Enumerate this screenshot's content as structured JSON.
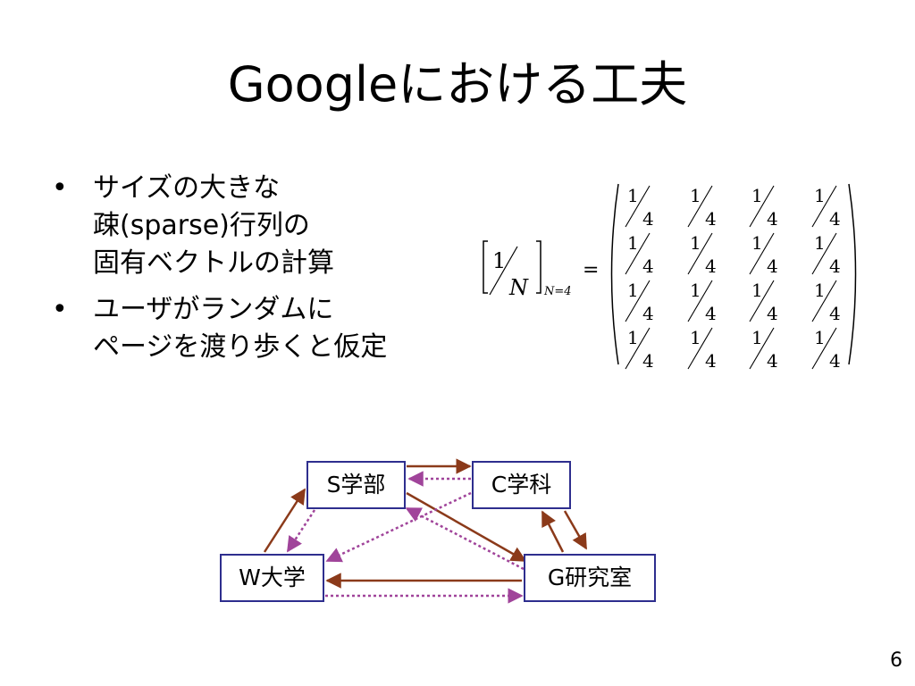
{
  "slide": {
    "title": "Googleにおける工夫",
    "page_number": "6"
  },
  "bullets": [
    {
      "lines": [
        "サイズの大きな",
        "疎(sparse)行列の",
        "固有ベクトルの計算"
      ]
    },
    {
      "lines": [
        "ユーザがランダムに",
        "ページを渡り歩くと仮定"
      ]
    }
  ],
  "equation": {
    "lhs_numerator": "1",
    "lhs_denominator": "N",
    "lhs_subscript": "N=4",
    "equals": "=",
    "matrix_numerator": "1",
    "matrix_denominator": "4",
    "matrix_size": 4
  },
  "graph": {
    "nodes": {
      "s": "S学部",
      "c": "C学科",
      "w": "W大学",
      "g": "G研究室"
    },
    "colors": {
      "solid_edge": "#8B3A1A",
      "dotted_edge": "#A0449A",
      "node_border": "#2E2E8E"
    }
  }
}
